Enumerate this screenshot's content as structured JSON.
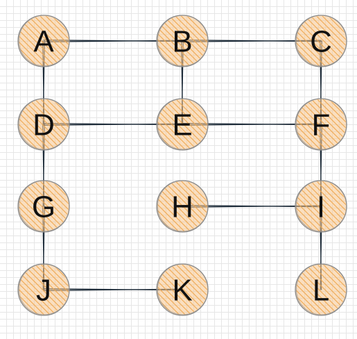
{
  "style": {
    "node_fill": "#f6c58c",
    "node_hatch": "#f0a850",
    "node_stroke": "#8a8a8a",
    "edge_stroke": "#1f2d3a",
    "text_color": "#111111",
    "background": "#ffffff",
    "grid_color": "#e6e6e6"
  },
  "nodes": [
    {
      "id": "A",
      "label": "A"
    },
    {
      "id": "B",
      "label": "B"
    },
    {
      "id": "C",
      "label": "C"
    },
    {
      "id": "D",
      "label": "D"
    },
    {
      "id": "E",
      "label": "E"
    },
    {
      "id": "F",
      "label": "F"
    },
    {
      "id": "G",
      "label": "G"
    },
    {
      "id": "H",
      "label": "H"
    },
    {
      "id": "I",
      "label": "I"
    },
    {
      "id": "J",
      "label": "J"
    },
    {
      "id": "K",
      "label": "K"
    },
    {
      "id": "L",
      "label": "L"
    }
  ],
  "edges": [
    [
      "A",
      "B"
    ],
    [
      "B",
      "C"
    ],
    [
      "A",
      "D"
    ],
    [
      "B",
      "E"
    ],
    [
      "C",
      "F"
    ],
    [
      "D",
      "E"
    ],
    [
      "E",
      "F"
    ],
    [
      "D",
      "G"
    ],
    [
      "F",
      "I"
    ],
    [
      "H",
      "I"
    ],
    [
      "G",
      "J"
    ],
    [
      "I",
      "L"
    ],
    [
      "J",
      "K"
    ]
  ]
}
